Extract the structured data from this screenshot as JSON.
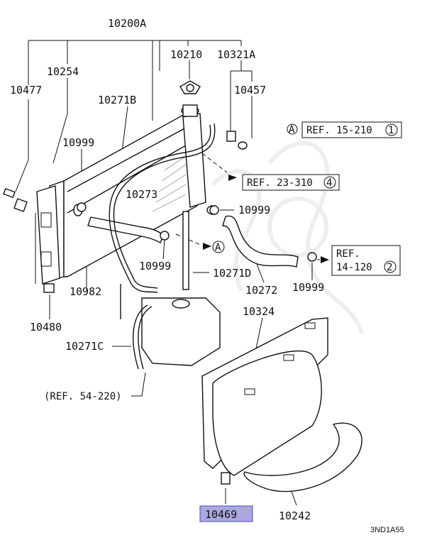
{
  "diagram": {
    "labels": {
      "p10200A": "10200A",
      "p10210": "10210",
      "p10321A": "10321A",
      "p10254": "10254",
      "p10477": "10477",
      "p10271B": "10271B",
      "p10457": "10457",
      "p10999a": "10999",
      "p10273": "10273",
      "p10999b": "10999",
      "p10999c": "10999",
      "p10271D": "10271D",
      "p10999d": "10999",
      "p10982": "10982",
      "p10272": "10272",
      "p10480": "10480",
      "p10324": "10324",
      "p10271C": "10271C",
      "p10469": "10469",
      "p10242": "10242"
    },
    "refs": {
      "ref1_marker": "A",
      "ref1_text": "REF. 15-210",
      "ref1_num": "1",
      "ref2_text": "REF. 23-310",
      "ref2_num": "4",
      "ref3_line1": "REF.",
      "ref3_line2": "14-120",
      "ref3_num": "2",
      "arrowA_marker": "A",
      "ref4_text": "(REF. 54-220)"
    },
    "highlight_color": "#a9a9e0",
    "diagram_code": "3ND1A55"
  }
}
